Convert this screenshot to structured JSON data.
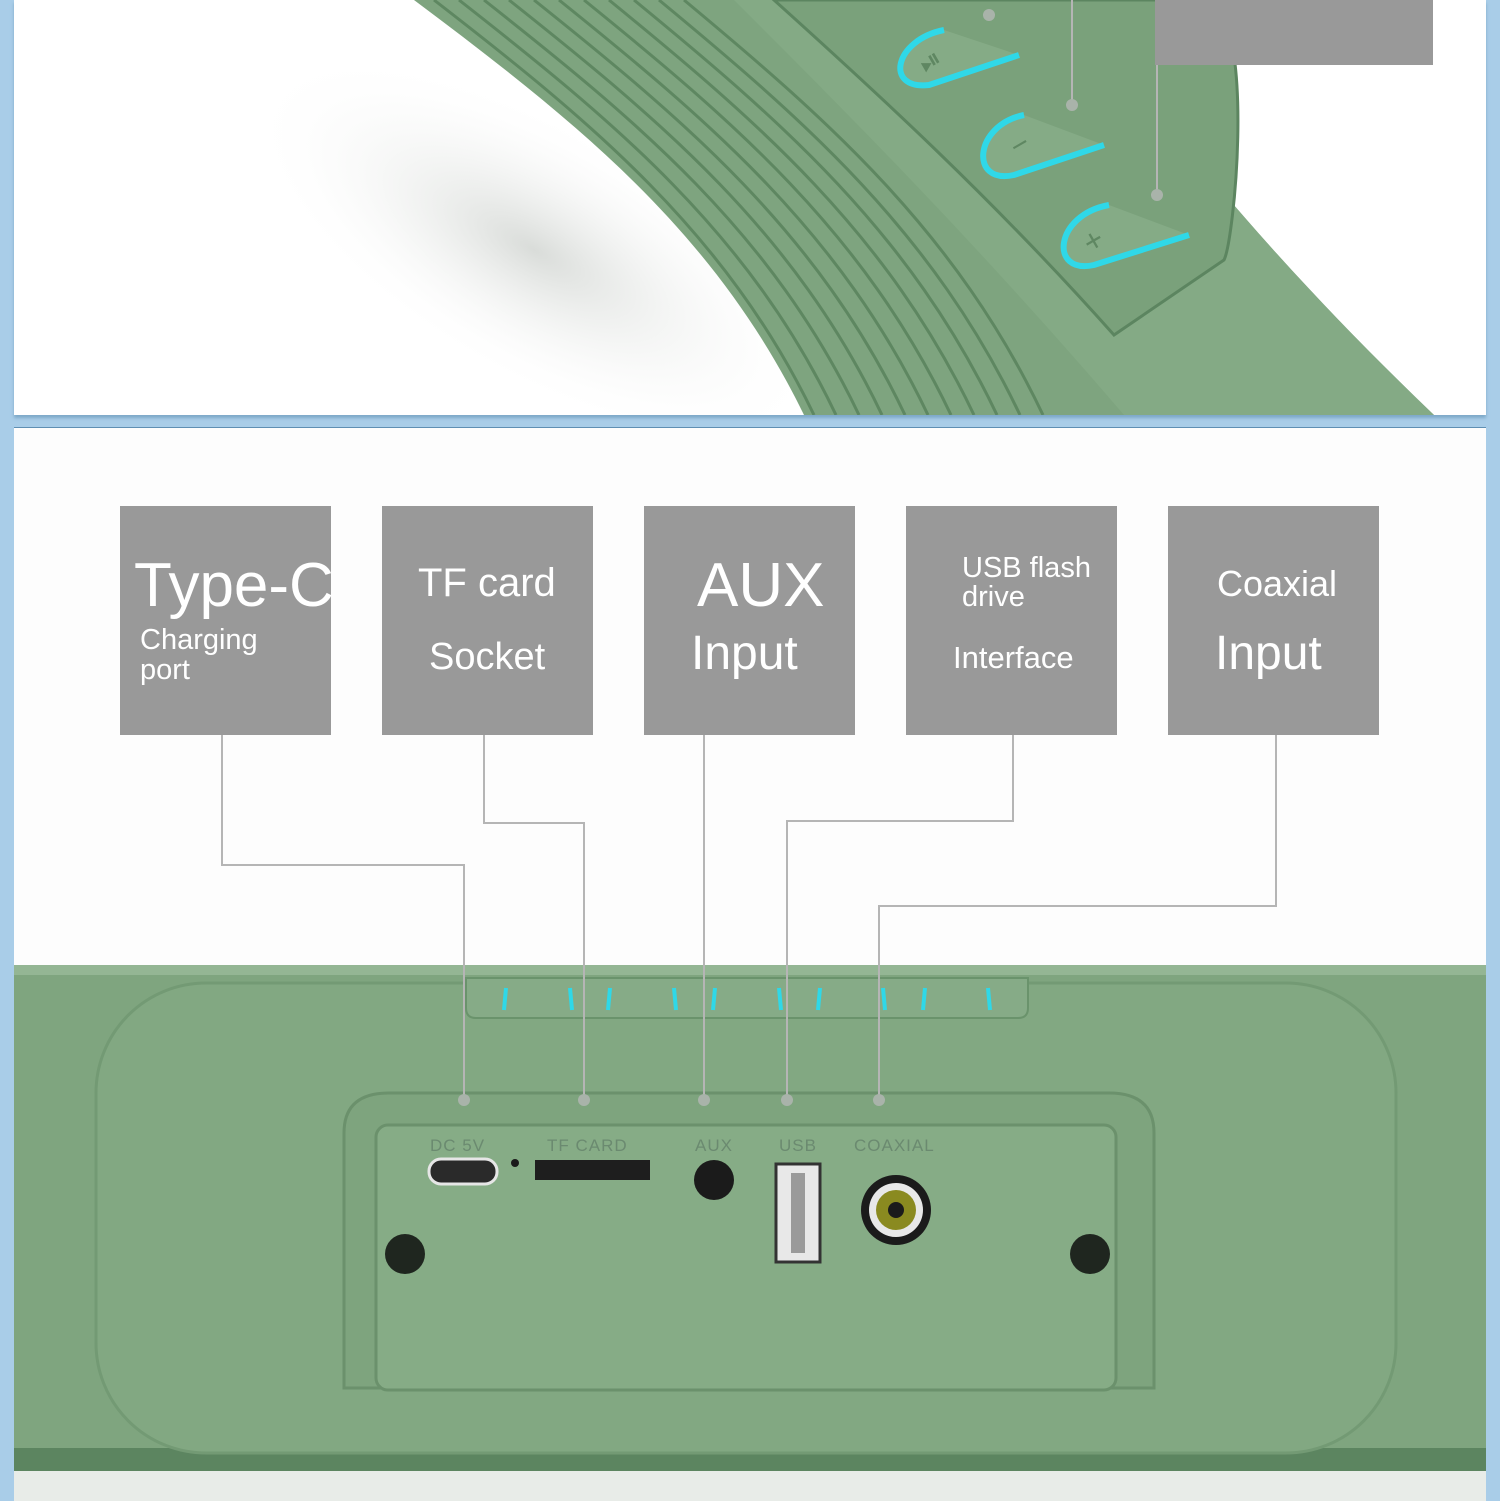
{
  "colors": {
    "speaker_green": "#7fa57f",
    "speaker_dark": "#5c8560",
    "led_cyan": "#2fd8e8",
    "label_gray": "#999999",
    "frame_blue": "#a9cde8"
  },
  "callouts": [
    {
      "id": "type-c",
      "title": "Type-C",
      "line1": "Charging",
      "line2": "port"
    },
    {
      "id": "tf-card",
      "title": "TF card",
      "line1": "Socket"
    },
    {
      "id": "aux",
      "title": "AUX",
      "line1": "Input"
    },
    {
      "id": "usb",
      "title": "USB flash",
      "line1": "drive",
      "line2": "Interface"
    },
    {
      "id": "coaxial",
      "title": "Coaxial",
      "line1": "Input"
    }
  ],
  "ports": {
    "dc": "DC  5V",
    "tf": "TF  CARD",
    "aux": "AUX",
    "usb": "USB",
    "coaxial": "COAXIAL"
  },
  "buttons": [
    {
      "icon": "play-pause-icon"
    },
    {
      "icon": "minus-icon"
    },
    {
      "icon": "plus-icon"
    }
  ]
}
